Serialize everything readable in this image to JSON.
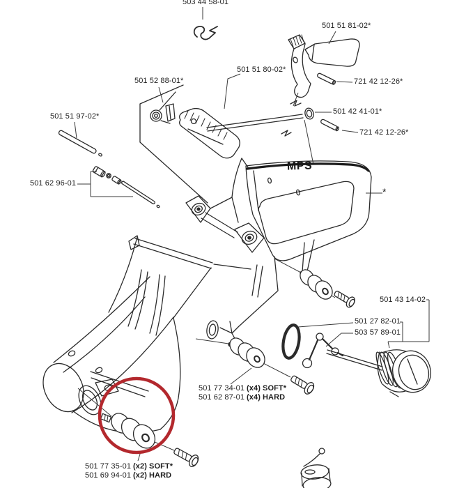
{
  "diagram": {
    "watermark": "MPS",
    "reference_star": "*",
    "highlight_color": "#b3282d",
    "line_color": "#2b2b2b",
    "labels": {
      "clip": "503 44 58-01",
      "throttle_lockout": "501 51 81-02*",
      "throttle_trigger": "501 51 80-02*",
      "torsion_spring": "501 52 88-01*",
      "pin_upper": "721 42 12-26*",
      "choke_rod": "501 51 97-02*",
      "grommet": "501 42 41-01*",
      "pin_lower": "721 42 12-26*",
      "throttle_rod": "501 62 96-01",
      "cap_assembly": "501 43 14-02",
      "o_ring": "501 27 82-01",
      "fuel_cap": "503 57 89-01",
      "damper_x4": {
        "soft_code": "501 77 34-01",
        "soft_qty": "(x4)",
        "soft_grade": "SOFT*",
        "hard_code": "501 62 87-01",
        "hard_qty": "(x4)",
        "hard_grade": "HARD"
      },
      "damper_x2": {
        "soft_code": "501 77 35-01",
        "soft_qty": "(x2)",
        "soft_grade": "SOFT*",
        "hard_code": "501 69 94-01",
        "hard_qty": "(x2)",
        "hard_grade": "HARD"
      }
    }
  }
}
